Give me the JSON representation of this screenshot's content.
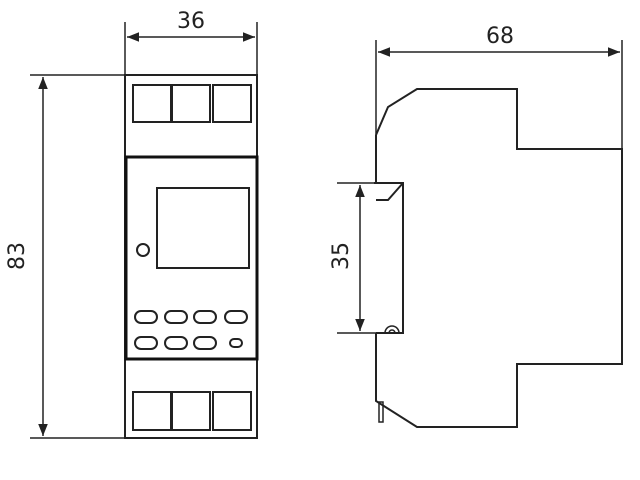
{
  "dimensions": {
    "width": "36",
    "height": "83",
    "depth": "68",
    "rail": "35"
  },
  "colors": {
    "line": "#222222",
    "background": "#ffffff"
  }
}
